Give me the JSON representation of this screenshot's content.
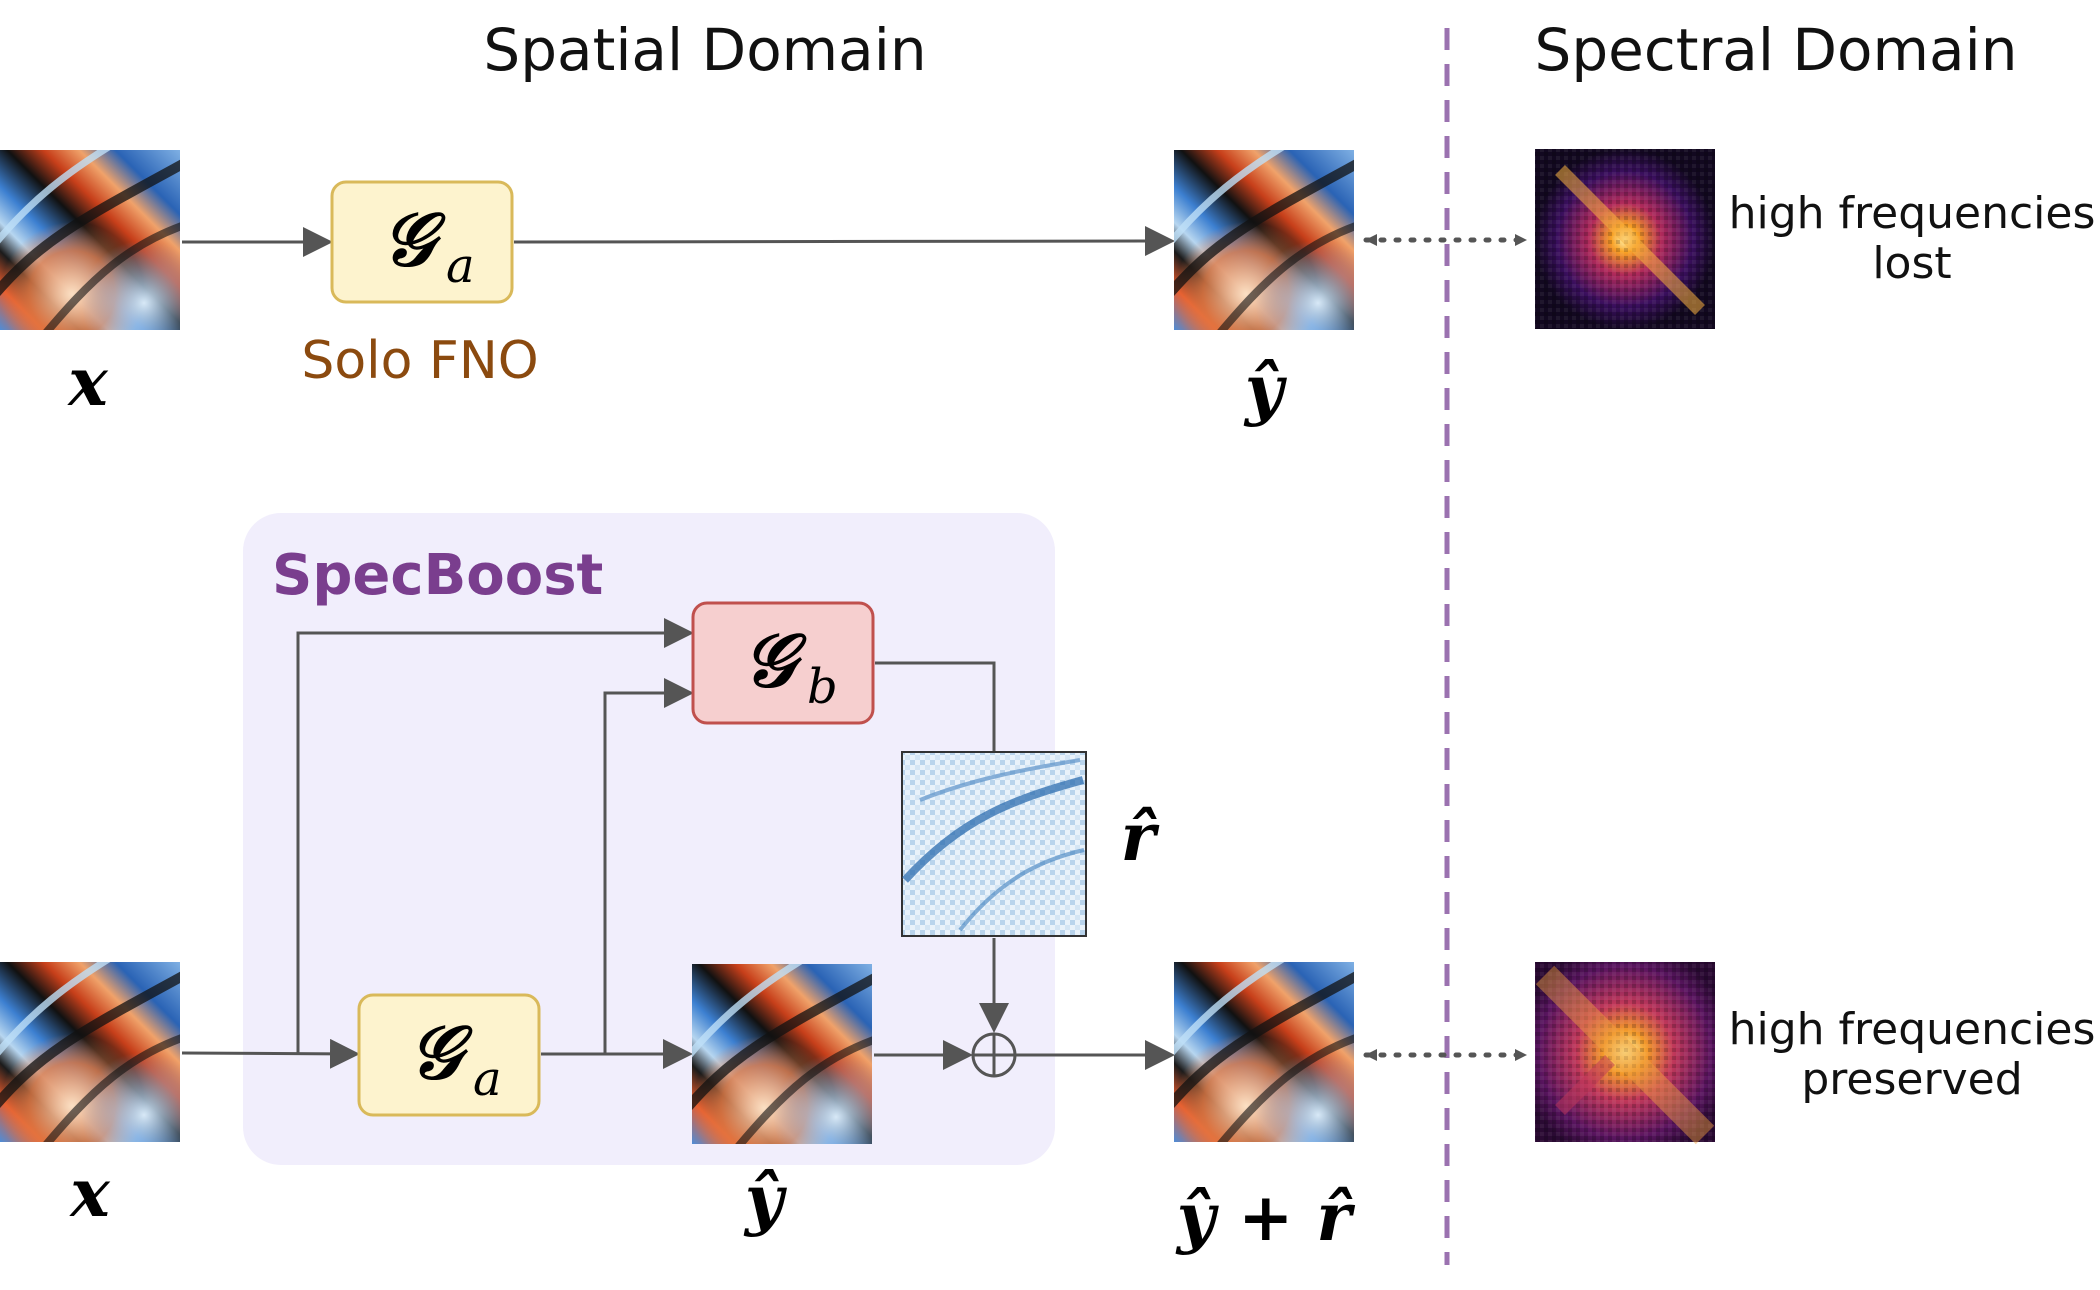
{
  "headers": {
    "spatial": "Spatial Domain",
    "spectral": "Spectral Domain"
  },
  "top": {
    "input_label": "x",
    "operator": {
      "symbol": "𝒢",
      "subscript": "a"
    },
    "operator_caption": "Solo FNO",
    "output_label": "ŷ",
    "spectrum_caption_line1": "high frequencies",
    "spectrum_caption_line2": "lost"
  },
  "bottom": {
    "box_title": "SpecBoost",
    "input_label": "x",
    "operator_a": {
      "symbol": "𝒢",
      "subscript": "a"
    },
    "operator_b": {
      "symbol": "𝒢",
      "subscript": "b"
    },
    "residual_label": "r̂",
    "mid_label": "ŷ",
    "output_label": "ŷ + r̂",
    "spectrum_caption_line1": "high frequencies",
    "spectrum_caption_line2": "preserved"
  },
  "colors": {
    "fno_box_fill": "#FDF3CE",
    "fno_box_stroke": "#D9B95A",
    "gb_box_fill": "#F6CFCF",
    "gb_box_stroke": "#C0504D",
    "specboost_bg": "#F1EEFC",
    "divider": "#9B72B0"
  }
}
